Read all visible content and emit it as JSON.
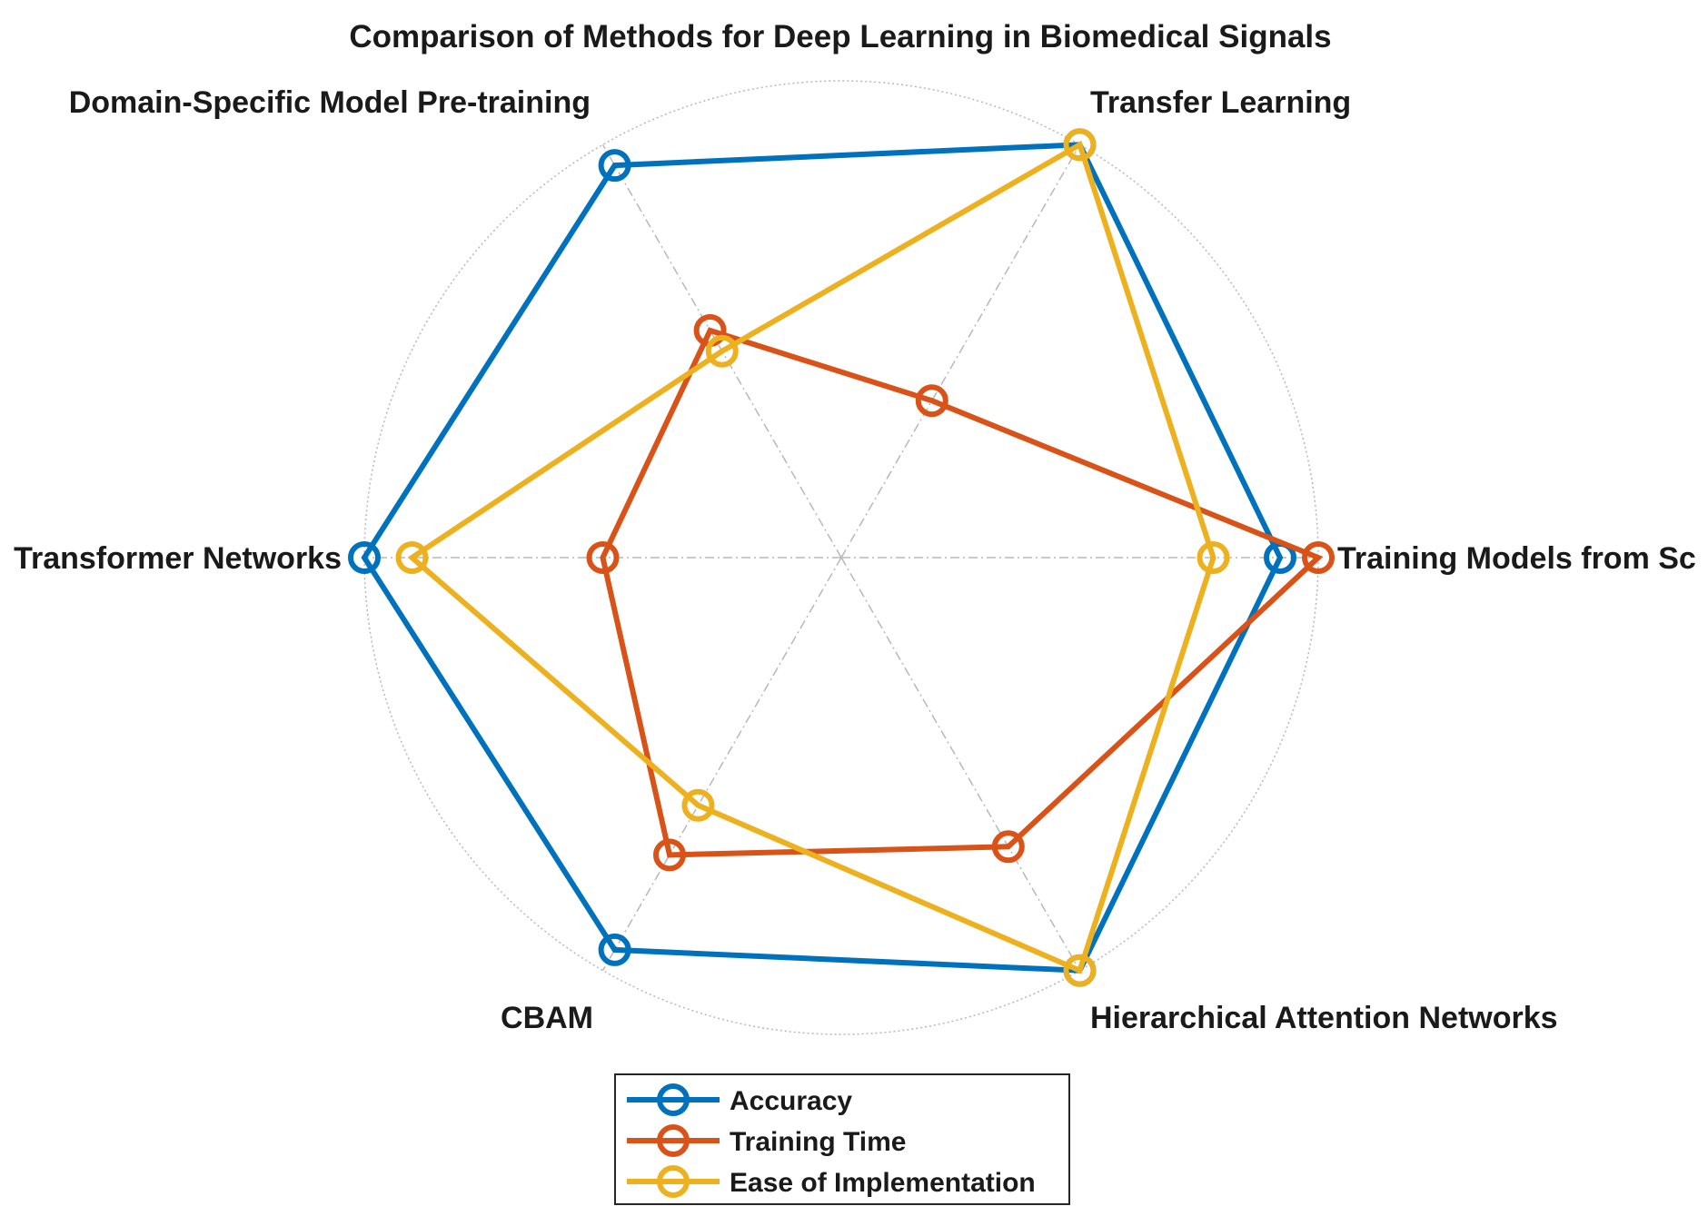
{
  "chart_data": {
    "type": "radar",
    "title": "Comparison of Methods for Deep Learning in Biomedical Signals",
    "axes": [
      "Training Models from Sc",
      "Transfer Learning",
      "Domain-Specific Model Pre-training",
      "Transformer Networks",
      "CBAM",
      "Hierarchical Attention Networks"
    ],
    "rlim": [
      0,
      1
    ],
    "grid": true,
    "legend_position": "bottom-center",
    "series": [
      {
        "name": "Accuracy",
        "color": "#0072BD",
        "values": [
          0.92,
          1.0,
          0.95,
          1.0,
          0.95,
          1.0
        ]
      },
      {
        "name": "Training Time",
        "color": "#D95319",
        "values": [
          1.0,
          0.38,
          0.55,
          0.5,
          0.72,
          0.7
        ]
      },
      {
        "name": "Ease of Implementation",
        "color": "#EDB120",
        "values": [
          0.78,
          1.0,
          0.5,
          0.9,
          0.6,
          1.0
        ]
      }
    ]
  }
}
